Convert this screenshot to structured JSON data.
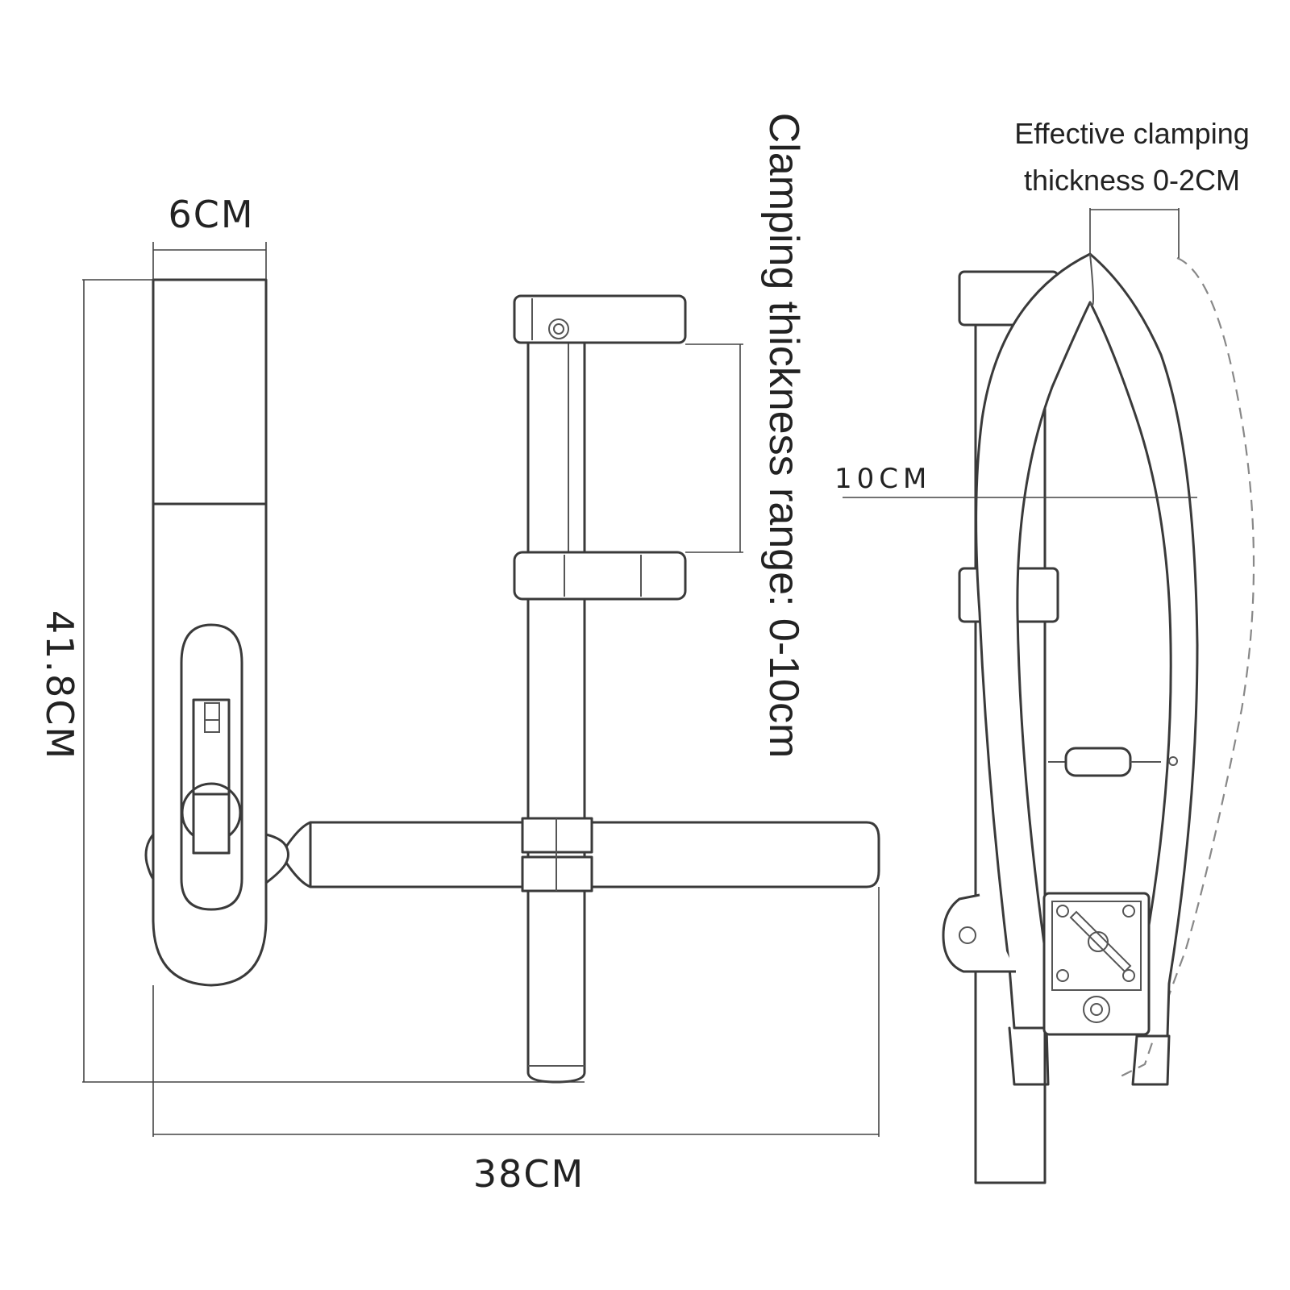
{
  "dimensions": {
    "clamp_width": "6CM",
    "height": "41.8CM",
    "total_length": "38CM",
    "clamping_range": "Clamping thickness range: 0-10cm",
    "jaw_opening": "10CM",
    "effective_clamping_line1": "Effective clamping",
    "effective_clamping_line2": "thickness 0-2CM"
  }
}
